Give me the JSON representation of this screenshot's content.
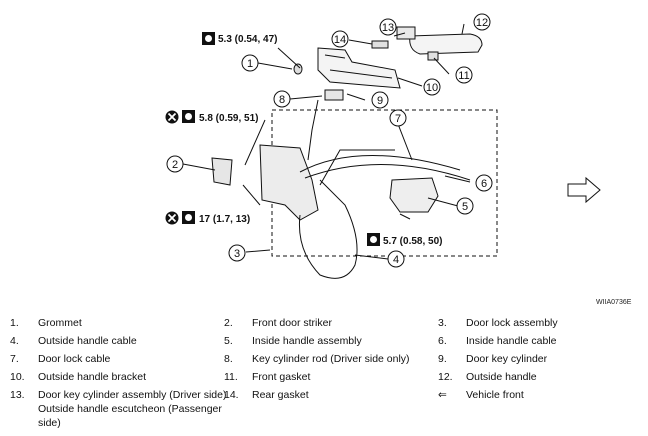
{
  "diagram": {
    "callouts": [
      "1",
      "2",
      "3",
      "4",
      "5",
      "6",
      "7",
      "8",
      "9",
      "10",
      "11",
      "12",
      "13",
      "14"
    ],
    "torques": [
      {
        "value": "5.3 (0.54, 47)"
      },
      {
        "value": "5.8 (0.59, 51)"
      },
      {
        "value": "17 (1.7, 13)"
      },
      {
        "value": "5.7 (0.58, 50)"
      }
    ],
    "code": "WIIA0736E"
  },
  "legend": [
    {
      "num": "1.",
      "label": "Grommet"
    },
    {
      "num": "2.",
      "label": "Front door striker"
    },
    {
      "num": "3.",
      "label": "Door lock assembly"
    },
    {
      "num": "4.",
      "label": "Outside handle cable"
    },
    {
      "num": "5.",
      "label": "Inside handle assembly"
    },
    {
      "num": "6.",
      "label": "Inside handle cable"
    },
    {
      "num": "7.",
      "label": "Door lock cable"
    },
    {
      "num": "8.",
      "label": "Key cylinder rod (Driver side only)"
    },
    {
      "num": "9.",
      "label": "Door key cylinder"
    },
    {
      "num": "10.",
      "label": "Outside handle bracket"
    },
    {
      "num": "11.",
      "label": "Front gasket"
    },
    {
      "num": "12.",
      "label": "Outside handle"
    },
    {
      "num": "13.",
      "label": "Door key cylinder assembly (Driver side) Outside handle escutcheon (Passenger side)"
    },
    {
      "num": "14.",
      "label": "Rear gasket"
    },
    {
      "num": "⇐",
      "label": "Vehicle front"
    }
  ]
}
